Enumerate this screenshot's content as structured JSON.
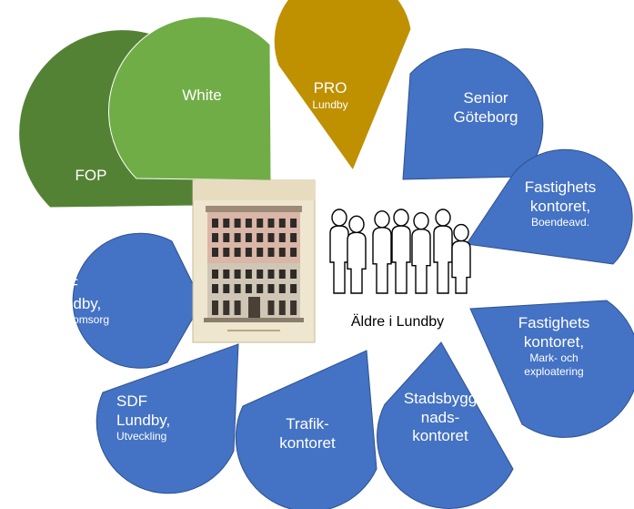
{
  "colors": {
    "blue": "#4472C4",
    "blue_stroke": "#2F528F",
    "green_light": "#70AD47",
    "green_dark": "#548235",
    "gold": "#BF9000",
    "center_figures": "#000000"
  },
  "center": {
    "image": "building-facade-drawing",
    "label": "Äldre i Lundby"
  },
  "petals": [
    {
      "id": "fop",
      "color": "green_dark",
      "line1": "FOP"
    },
    {
      "id": "white",
      "color": "green_light",
      "line1": "White"
    },
    {
      "id": "pro",
      "color": "gold",
      "line1": "PRO",
      "line2": "Lundby"
    },
    {
      "id": "senior",
      "color": "blue",
      "line1": "Senior",
      "line2": "Göteborg"
    },
    {
      "id": "fast-boende",
      "color": "blue",
      "line1": "Fastighets",
      "line2": "kontoret,",
      "line3": "Boendeavd."
    },
    {
      "id": "fast-mark",
      "color": "blue",
      "line1": "Fastighets",
      "line2": "kontoret,",
      "line3": "Mark- och",
      "line4": "exploatering"
    },
    {
      "id": "stadsbygg",
      "color": "blue",
      "line1": "Stadsbygg",
      "line2": "nads-",
      "line3": "kontoret"
    },
    {
      "id": "trafik",
      "color": "blue",
      "line1": "Trafik-",
      "line2": "kontoret"
    },
    {
      "id": "sdf-utv",
      "color": "blue",
      "line1": "SDF",
      "line2": "Lundby,",
      "line3": "Utveckling"
    },
    {
      "id": "sdf-aldre",
      "color": "blue",
      "line1": "SDF",
      "line2": "Lundby,",
      "line3": "Äldreomsorg"
    }
  ]
}
